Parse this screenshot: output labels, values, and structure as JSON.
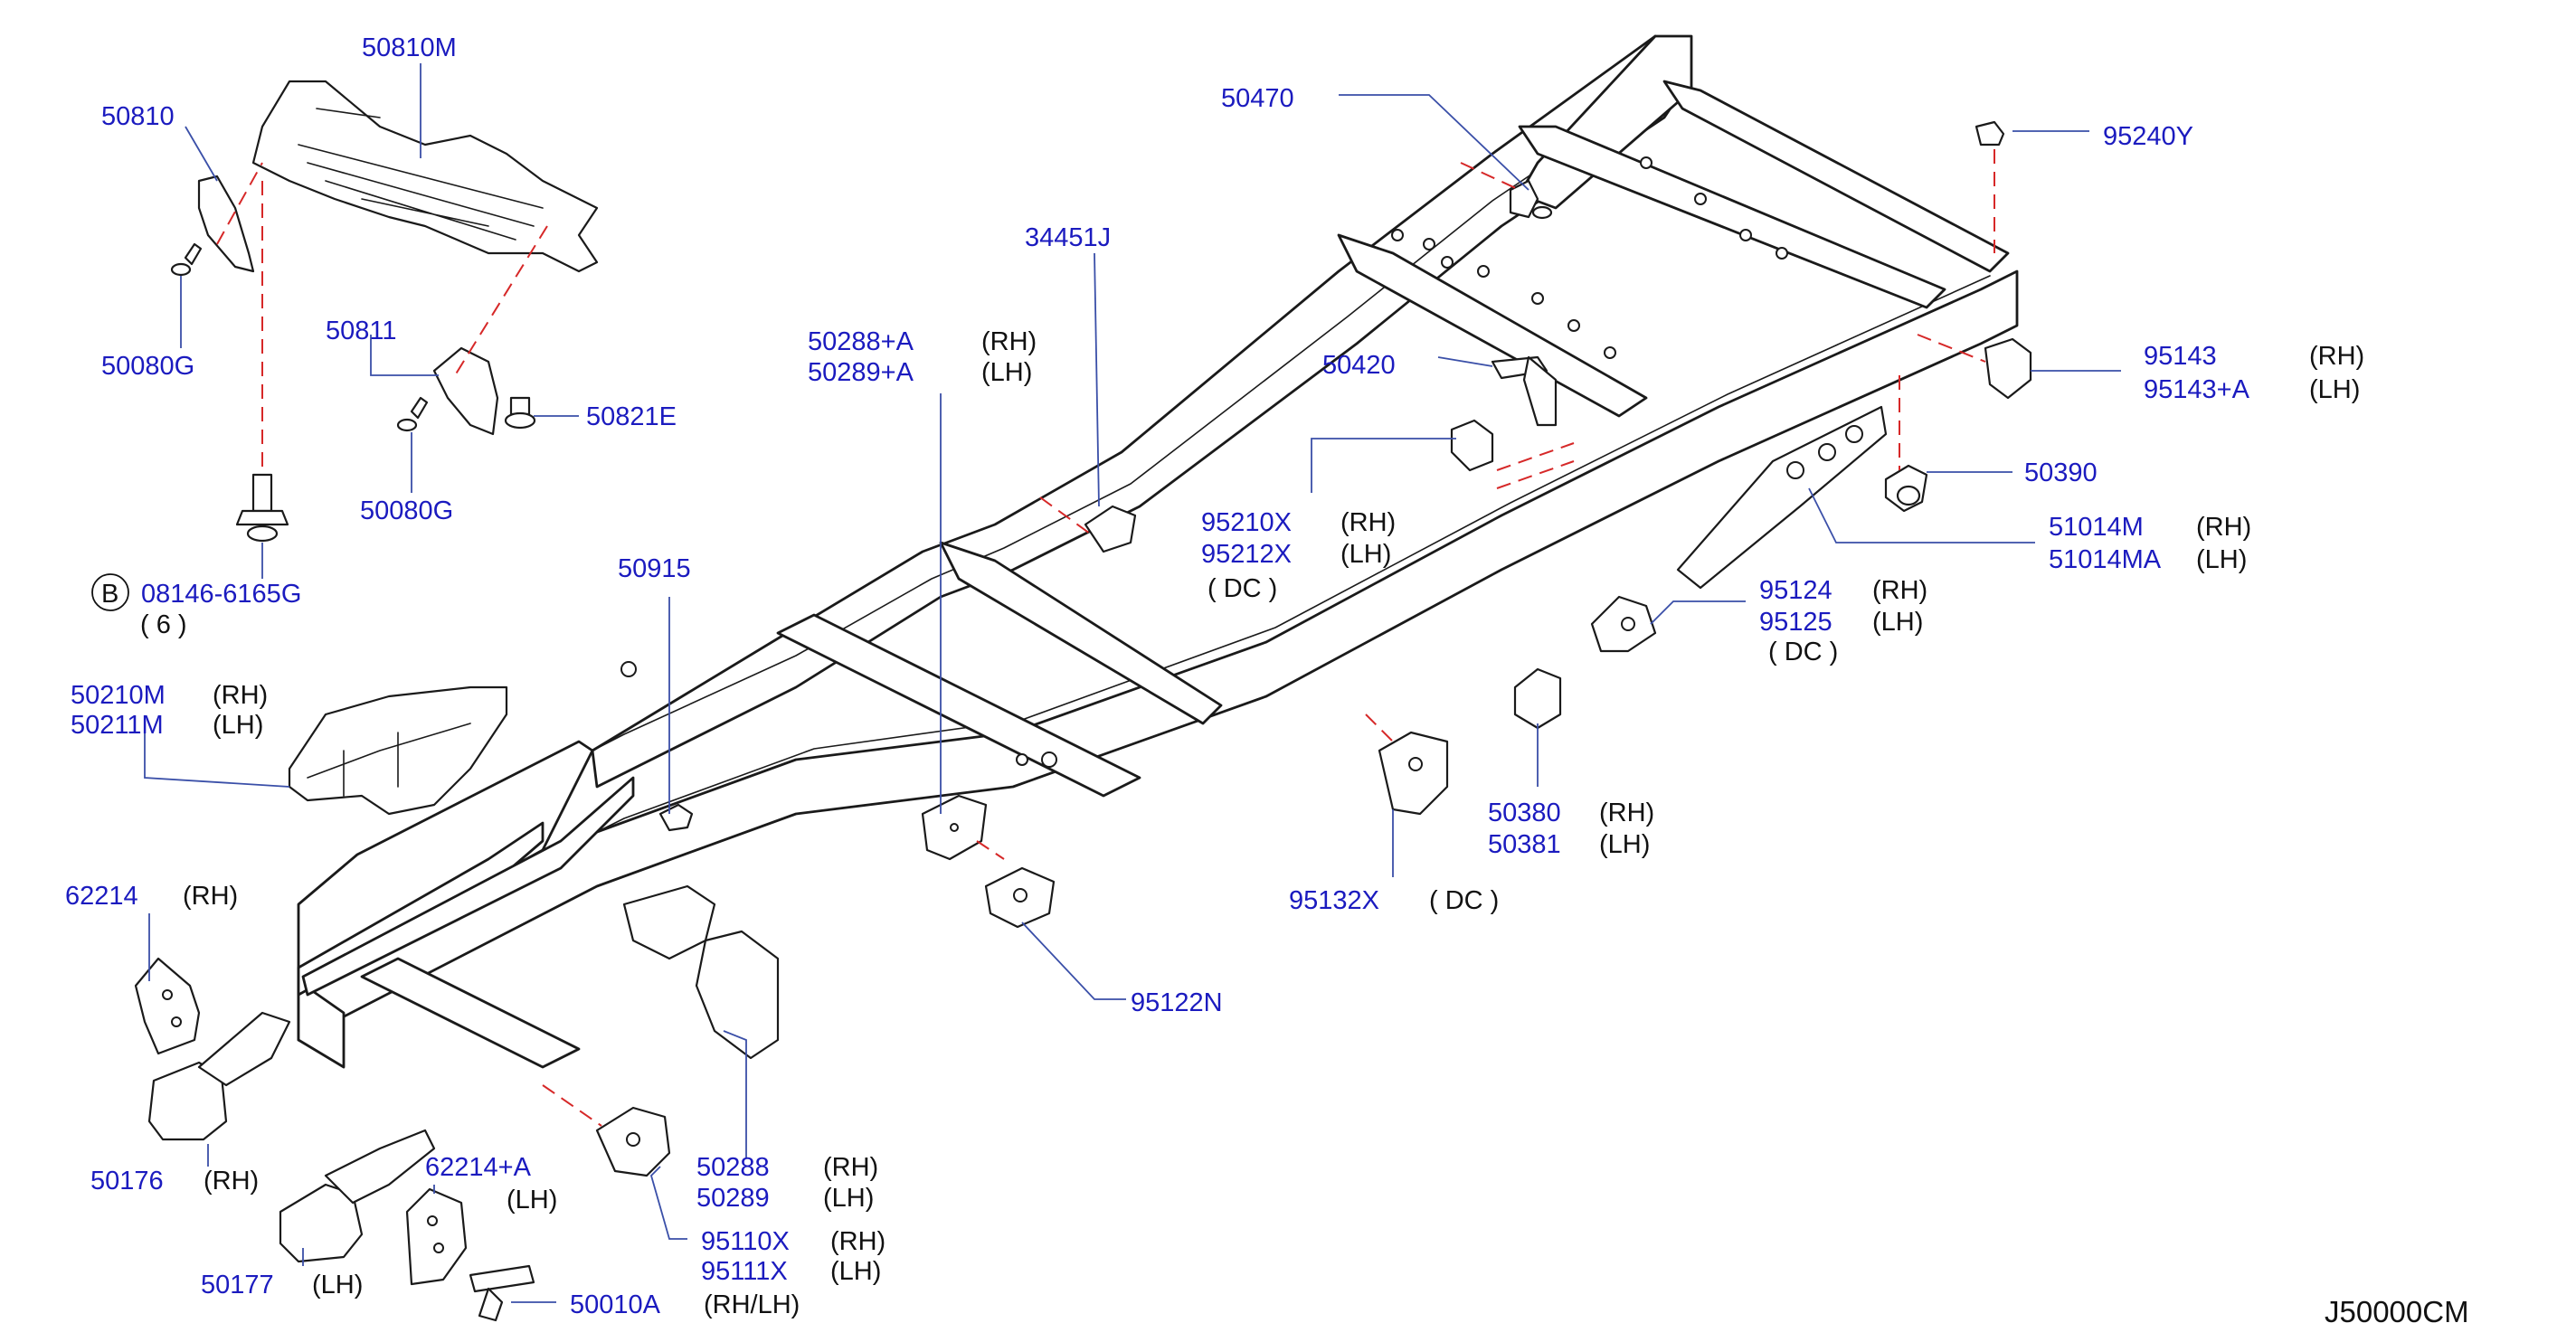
{
  "diagram_code": "J50000CM",
  "callouts": {
    "c50810M": {
      "part": "50810M"
    },
    "c50810": {
      "part": "50810"
    },
    "c50080G_a": {
      "part": "50080G"
    },
    "c50811": {
      "part": "50811"
    },
    "c50821E": {
      "part": "50821E"
    },
    "c50080G_b": {
      "part": "50080G"
    },
    "c08146": {
      "badge": "B",
      "part": "08146-6165G",
      "qty": "( 6 )"
    },
    "c50915": {
      "part": "50915"
    },
    "c50210M": {
      "part": "50210M",
      "part2": "50211M",
      "side": "(RH)",
      "side2": "(LH)"
    },
    "c62214": {
      "part": "62214",
      "side": "(RH)"
    },
    "c50176": {
      "part": "50176",
      "side": "(RH)"
    },
    "c62214A": {
      "part": "62214+A",
      "side": "(LH)"
    },
    "c50177": {
      "part": "50177",
      "side": "(LH)"
    },
    "c50010A": {
      "part": "50010A",
      "side": "(RH/LH)"
    },
    "c50288_top": {
      "part": "50288+A",
      "part2": "50289+A",
      "side": "(RH)",
      "side2": "(LH)"
    },
    "c34451J": {
      "part": "34451J"
    },
    "c50470": {
      "part": "50470"
    },
    "c50420": {
      "part": "50420"
    },
    "c95210X": {
      "part": "95210X",
      "part2": "95212X",
      "side": "(RH)",
      "side2": "(LH)",
      "note": "( DC )"
    },
    "c95240Y": {
      "part": "95240Y"
    },
    "c95143": {
      "part": "95143",
      "part2": "95143+A",
      "side": "(RH)",
      "side2": "(LH)"
    },
    "c50390": {
      "part": "50390"
    },
    "c51014M": {
      "part": "51014M",
      "part2": "51014MA",
      "side": "(RH)",
      "side2": "(LH)"
    },
    "c95124": {
      "part": "95124",
      "part2": "95125",
      "side": "(RH)",
      "side2": "(LH)",
      "note": "( DC )"
    },
    "c50380": {
      "part": "50380",
      "part2": "50381",
      "side": "(RH)",
      "side2": "(LH)"
    },
    "c95132X": {
      "part": "95132X",
      "note": "( DC )"
    },
    "c95122N": {
      "part": "95122N"
    },
    "c50288_bot": {
      "part": "50288",
      "part2": "50289",
      "side": "(RH)",
      "side2": "(LH)"
    },
    "c95110X": {
      "part": "95110X",
      "part2": "95111X",
      "side": "(RH)",
      "side2": "(LH)"
    }
  },
  "colors": {
    "part_number": "#1b1bbf",
    "side_text": "#111111",
    "leader": "#3a4fa8",
    "dash_line": "#d62828",
    "line_art": "#1a1a1a"
  }
}
